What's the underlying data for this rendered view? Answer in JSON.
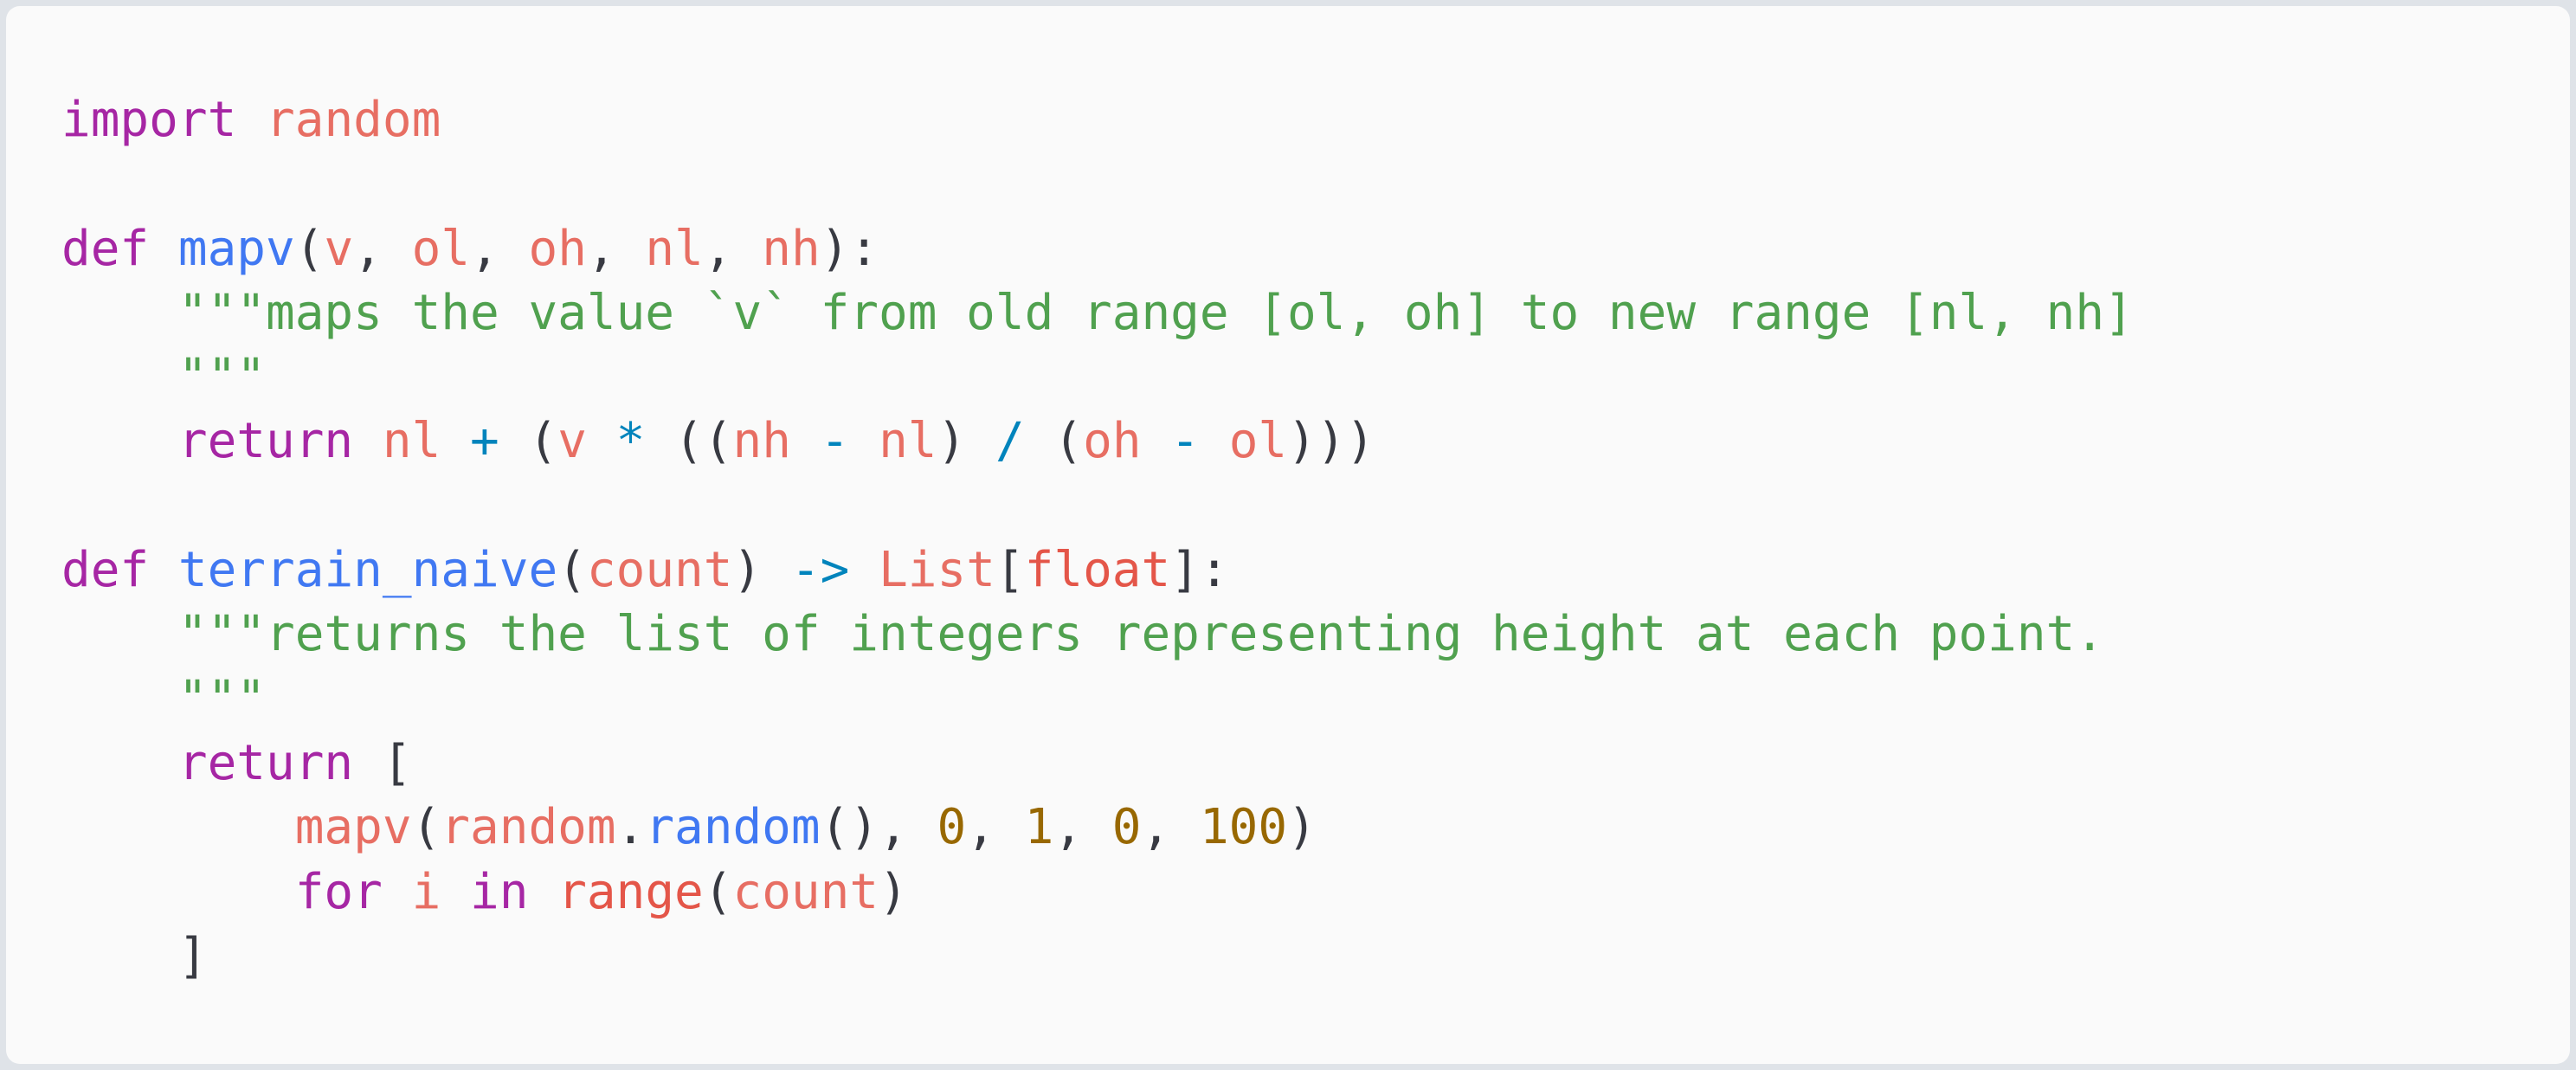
{
  "editor": {
    "language": "python",
    "colors": {
      "background": "#fafafa",
      "keyword": "#a626a4",
      "function": "#4078f2",
      "variable": "#e45649",
      "string": "#50a14f",
      "number": "#986801",
      "operator": "#0184bc",
      "punctuation": "#383a42"
    },
    "lines": [
      [
        [
          "kw",
          "import"
        ],
        [
          "pun",
          " "
        ],
        [
          "var",
          "random"
        ]
      ],
      [],
      [
        [
          "kw",
          "def"
        ],
        [
          "pun",
          " "
        ],
        [
          "fn",
          "mapv"
        ],
        [
          "pun",
          "("
        ],
        [
          "var",
          "v"
        ],
        [
          "pun",
          ", "
        ],
        [
          "var",
          "ol"
        ],
        [
          "pun",
          ", "
        ],
        [
          "var",
          "oh"
        ],
        [
          "pun",
          ", "
        ],
        [
          "var",
          "nl"
        ],
        [
          "pun",
          ", "
        ],
        [
          "var",
          "nh"
        ],
        [
          "pun",
          "):"
        ]
      ],
      [
        [
          "pun",
          "    "
        ],
        [
          "str",
          "\"\"\"maps the value `v` from old range [ol, oh] to new range [nl, nh]"
        ]
      ],
      [
        [
          "pun",
          "    "
        ],
        [
          "str",
          "\"\"\""
        ]
      ],
      [
        [
          "pun",
          "    "
        ],
        [
          "kw",
          "return"
        ],
        [
          "pun",
          " "
        ],
        [
          "var",
          "nl"
        ],
        [
          "pun",
          " "
        ],
        [
          "op",
          "+"
        ],
        [
          "pun",
          " ("
        ],
        [
          "var",
          "v"
        ],
        [
          "pun",
          " "
        ],
        [
          "op",
          "*"
        ],
        [
          "pun",
          " (("
        ],
        [
          "var",
          "nh"
        ],
        [
          "pun",
          " "
        ],
        [
          "op",
          "-"
        ],
        [
          "pun",
          " "
        ],
        [
          "var",
          "nl"
        ],
        [
          "pun",
          ") "
        ],
        [
          "op",
          "/"
        ],
        [
          "pun",
          " ("
        ],
        [
          "var",
          "oh"
        ],
        [
          "pun",
          " "
        ],
        [
          "op",
          "-"
        ],
        [
          "pun",
          " "
        ],
        [
          "var",
          "ol"
        ],
        [
          "pun",
          ")))"
        ]
      ],
      [],
      [
        [
          "kw",
          "def"
        ],
        [
          "pun",
          " "
        ],
        [
          "fn",
          "terrain_naive"
        ],
        [
          "pun",
          "("
        ],
        [
          "var",
          "count"
        ],
        [
          "pun",
          ") "
        ],
        [
          "op",
          "->"
        ],
        [
          "pun",
          " "
        ],
        [
          "var",
          "List"
        ],
        [
          "pun",
          "["
        ],
        [
          "bi",
          "float"
        ],
        [
          "pun",
          "]:"
        ]
      ],
      [
        [
          "pun",
          "    "
        ],
        [
          "str",
          "\"\"\"returns the list of integers representing height at each point."
        ]
      ],
      [
        [
          "pun",
          "    "
        ],
        [
          "str",
          "\"\"\""
        ]
      ],
      [
        [
          "pun",
          "    "
        ],
        [
          "kw",
          "return"
        ],
        [
          "pun",
          " ["
        ]
      ],
      [
        [
          "pun",
          "        "
        ],
        [
          "var",
          "mapv"
        ],
        [
          "pun",
          "("
        ],
        [
          "var",
          "random"
        ],
        [
          "pun",
          "."
        ],
        [
          "fn",
          "random"
        ],
        [
          "pun",
          "(), "
        ],
        [
          "num",
          "0"
        ],
        [
          "pun",
          ", "
        ],
        [
          "num",
          "1"
        ],
        [
          "pun",
          ", "
        ],
        [
          "num",
          "0"
        ],
        [
          "pun",
          ", "
        ],
        [
          "num",
          "100"
        ],
        [
          "pun",
          ")"
        ]
      ],
      [
        [
          "pun",
          "        "
        ],
        [
          "kw",
          "for"
        ],
        [
          "pun",
          " "
        ],
        [
          "var",
          "i"
        ],
        [
          "pun",
          " "
        ],
        [
          "kw",
          "in"
        ],
        [
          "pun",
          " "
        ],
        [
          "bi",
          "range"
        ],
        [
          "pun",
          "("
        ],
        [
          "var",
          "count"
        ],
        [
          "pun",
          ")"
        ]
      ],
      [
        [
          "pun",
          "    ]"
        ]
      ]
    ]
  }
}
